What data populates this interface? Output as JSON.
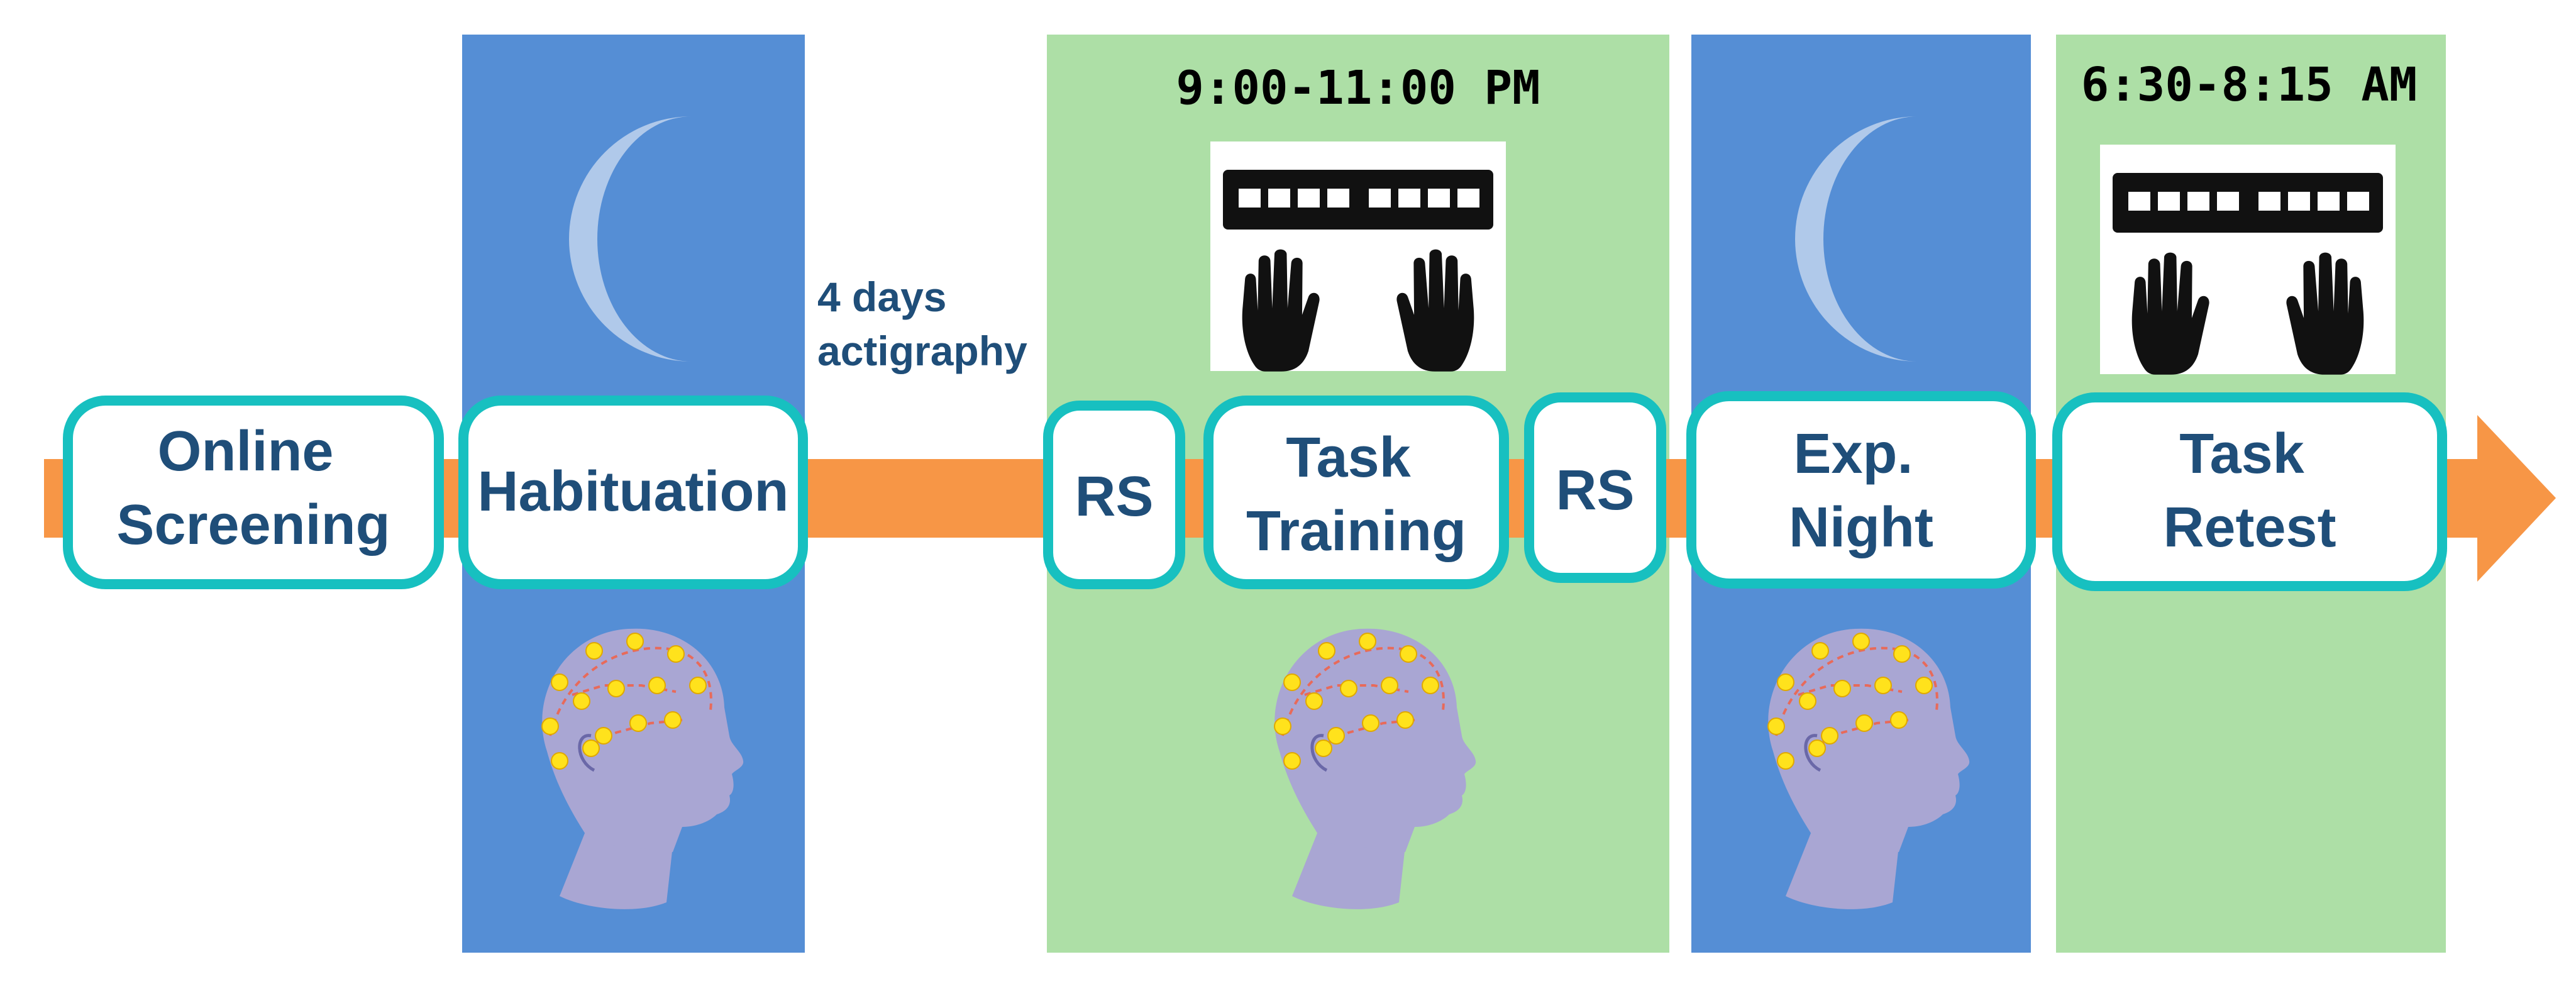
{
  "colors": {
    "night_panel": "#558ed5",
    "lab_panel": "#addfa6",
    "arrow": "#f79646",
    "box_border": "#17c0c0",
    "box_fill": "#ffffff",
    "label_text": "#1f4e79",
    "moon": "#b0c9ea",
    "head": "#a9a6d3",
    "electrode": "#ffe21c",
    "keyboard": "#111111"
  },
  "stages": {
    "online_screening": "Online\nScreening",
    "habituation": "Habituation",
    "rs_1": "RS",
    "task_training": "Task\nTraining",
    "rs_2": "RS",
    "exp_night": "Exp.\nNight",
    "task_retest": "Task\nRetest"
  },
  "annotations": {
    "actigraphy": "4 days\nactigraphy",
    "evening_time": "9:00-11:00 PM",
    "morning_time": "6:30-8:15 AM"
  },
  "icons": {
    "moon": "moon-icon",
    "keyboard_hands": "keyboard-hands-icon",
    "eeg_head": "eeg-head-icon"
  }
}
